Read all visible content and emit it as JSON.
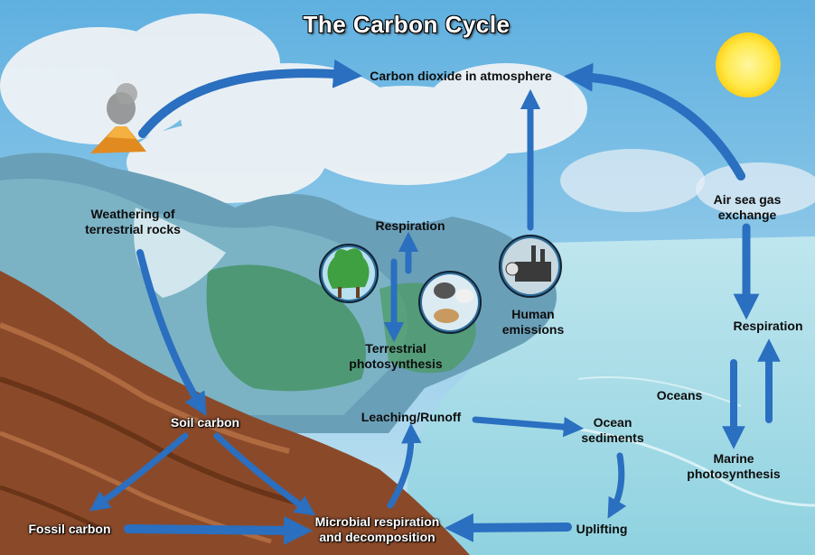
{
  "title": "The Carbon Cycle",
  "labels": {
    "atmosphere": "Carbon dioxide in atmosphere",
    "air_sea_1": "Air sea gas",
    "air_sea_2": "exchange",
    "weathering_1": "Weathering of",
    "weathering_2": "terrestrial rocks",
    "respiration_land": "Respiration",
    "terrestrial_ps_1": "Terrestrial",
    "terrestrial_ps_2": "photosynthesis",
    "human_1": "Human",
    "human_2": "emissions",
    "respiration_ocean": "Respiration",
    "oceans": "Oceans",
    "marine_ps_1": "Marine",
    "marine_ps_2": "photosynthesis",
    "soil_carbon": "Soil carbon",
    "leaching": "Leaching/Runoff",
    "ocean_sed_1": "Ocean",
    "ocean_sed_2": "sediments",
    "fossil_carbon": "Fossil carbon",
    "microbial_1": "Microbial respiration",
    "microbial_2": "and decomposition",
    "uplifting": "Uplifting"
  },
  "colors": {
    "arrow": "#2a6fc0",
    "arrow_light": "#8cc4f0",
    "sky": "#8fc7e8",
    "ocean": "#a8dde8",
    "rock": "#8a4a2a",
    "sun": "#ffe94a"
  },
  "icons": [
    "volcano-icon",
    "sun-icon",
    "trees-icon",
    "animals-icon",
    "factory-icon"
  ]
}
